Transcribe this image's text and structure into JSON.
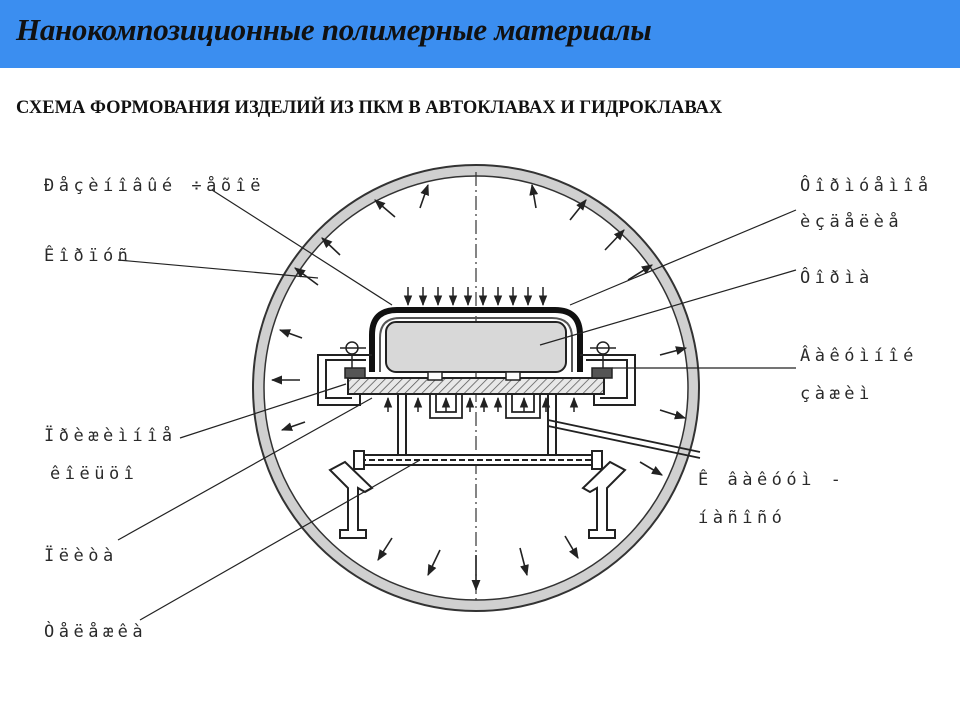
{
  "header": {
    "title": "Нанокомпозиционные полимерные материалы",
    "background": "#3b8ef0"
  },
  "subtitle": "СХЕМА ФОРМОВАНИЯ ИЗДЕЛИЙ ИЗ ПКМ В АВТОКЛАВАХ И ГИДРОКЛАВАХ",
  "diagram": {
    "labels_left": [
      "Ðåçèíîâûé ÷åõîë",
      "Êîðïóñ",
      "Ïðèæèìíîå",
      "êîëüöî",
      "Ïëèòà",
      "Òåëåæêà"
    ],
    "labels_right": [
      "Ôîðìóåìîå",
      "èçäåëèå",
      "Ôîðìà",
      "Âàêóìíîé",
      "çàæèì",
      "Ê  âàêóóì -",
      "íàñîñó"
    ]
  }
}
